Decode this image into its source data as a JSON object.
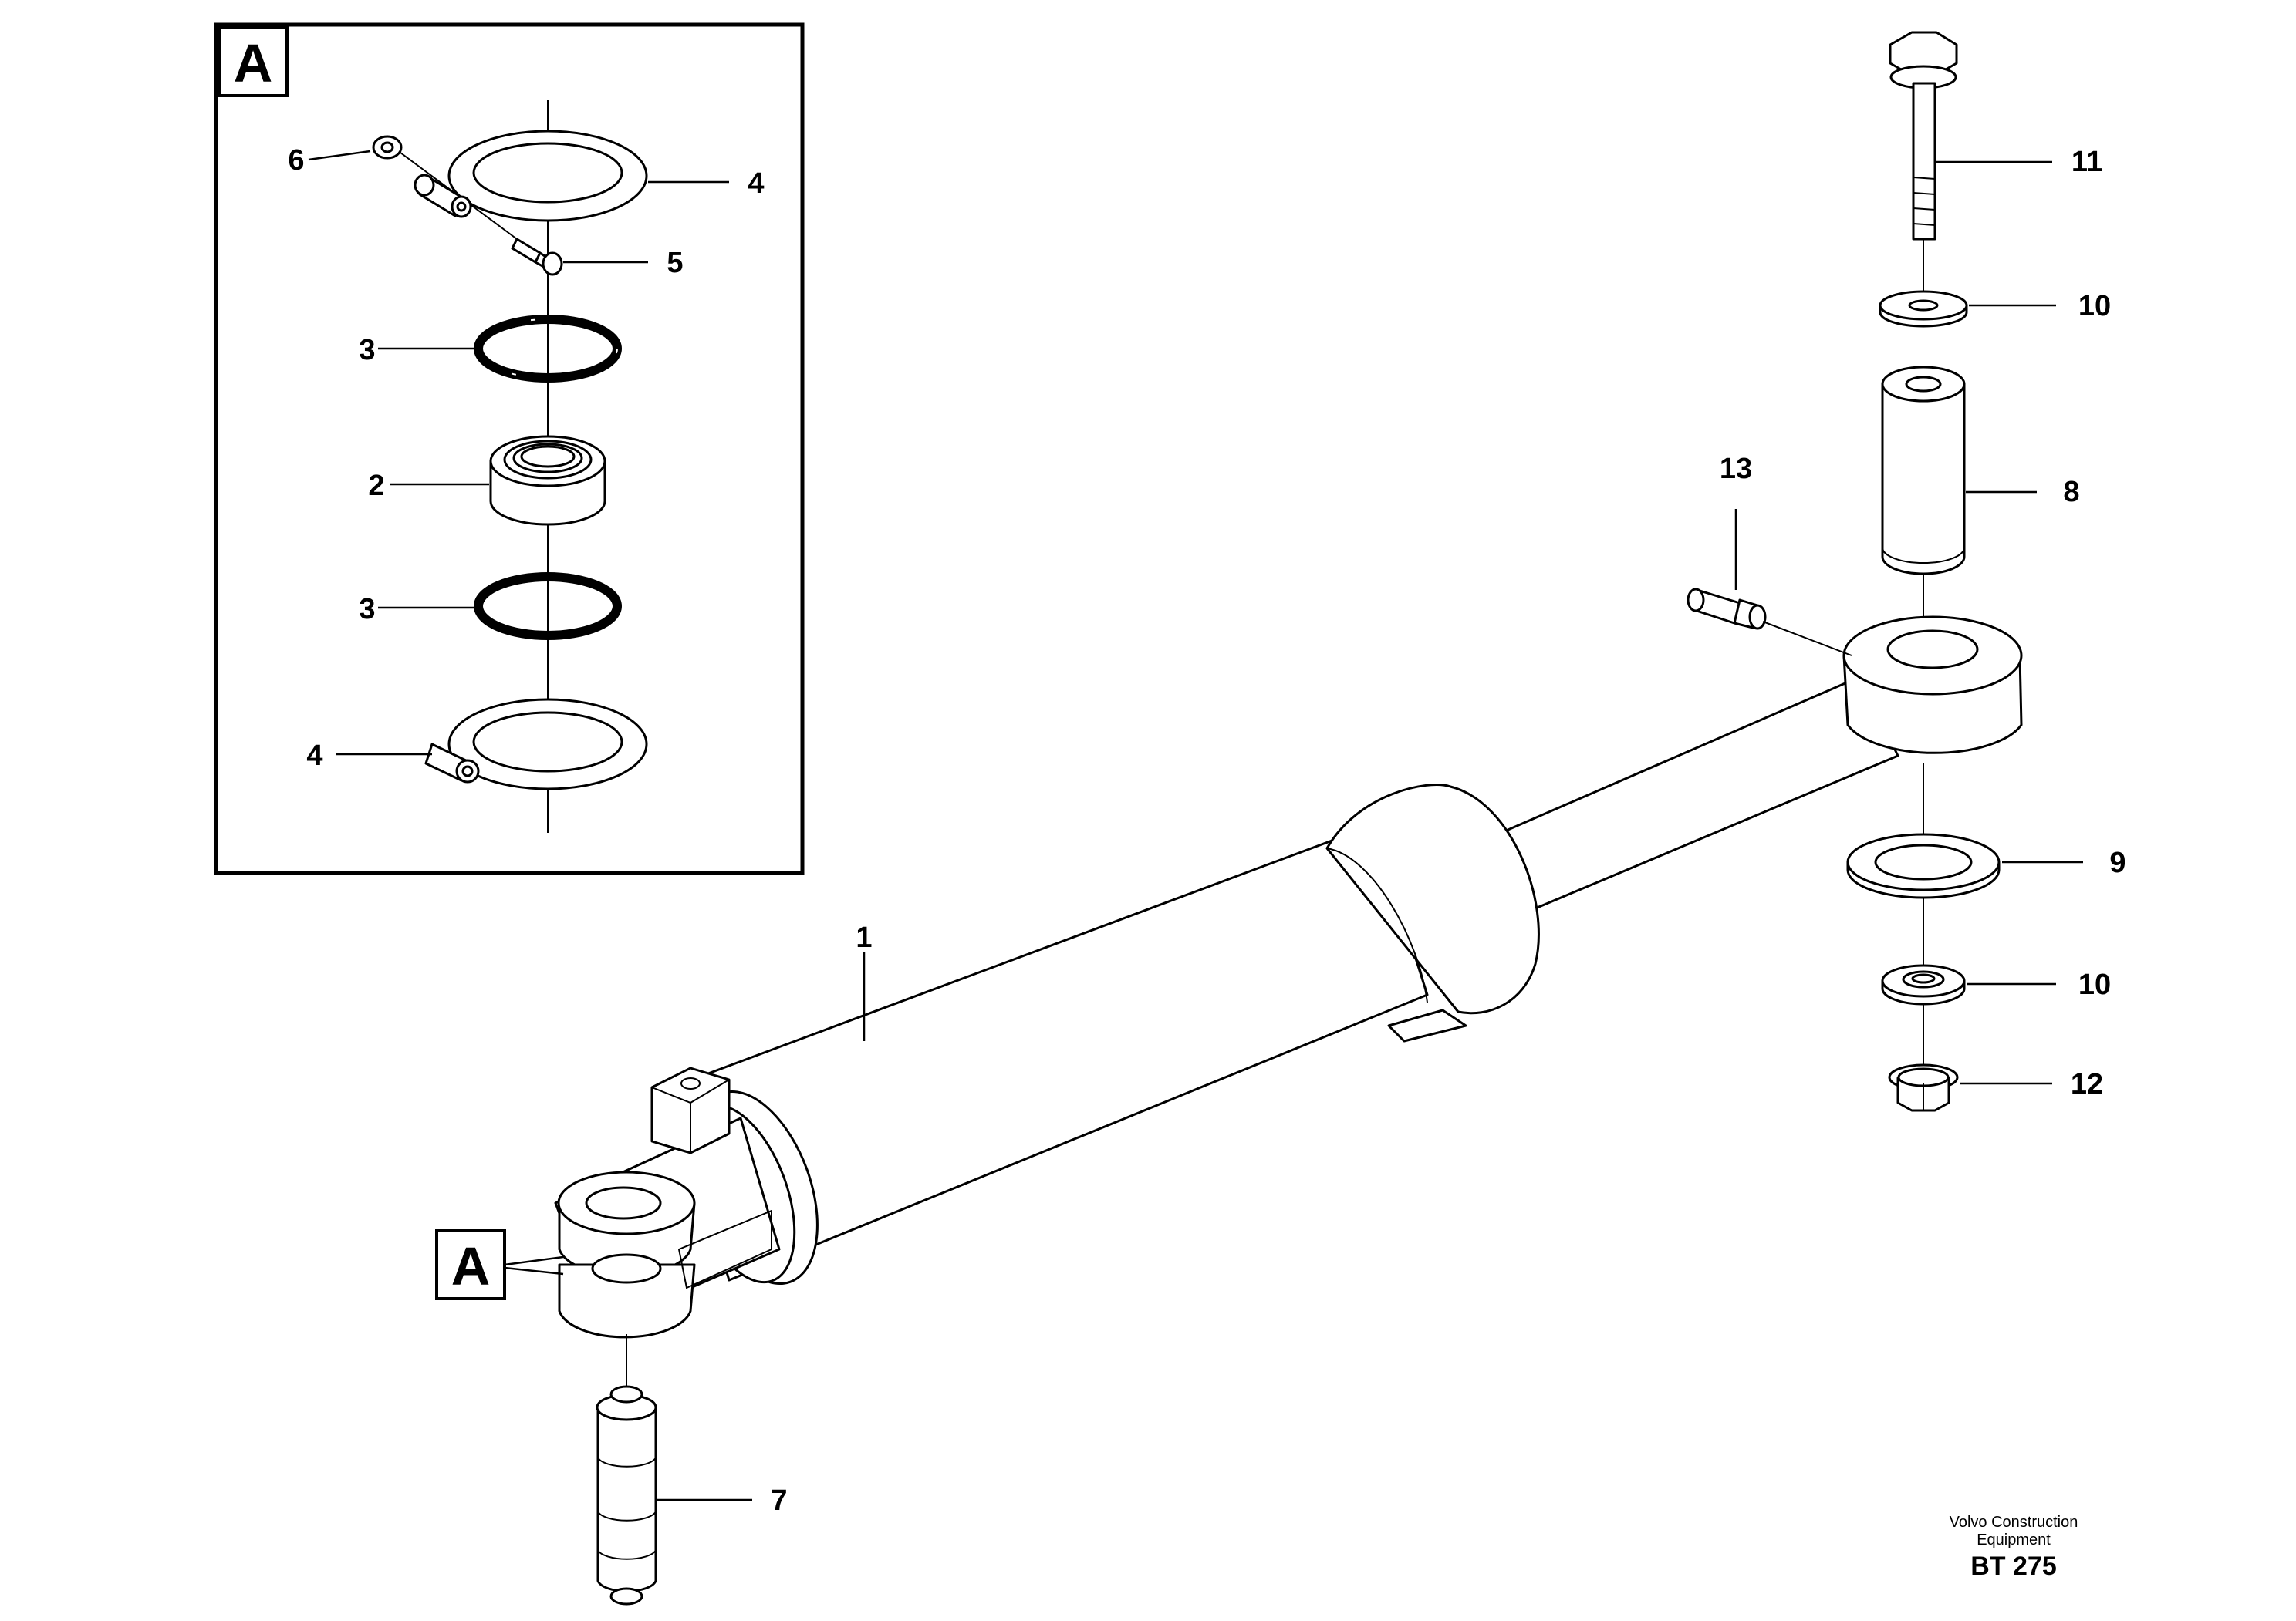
{
  "detail": {
    "letter": "A"
  },
  "callouts": {
    "c1": "1",
    "c2": "2",
    "c3a": "3",
    "c3b": "3",
    "c4a": "4",
    "c4b": "4",
    "c5": "5",
    "c6": "6",
    "c7": "7",
    "c8": "8",
    "c9": "9",
    "c10a": "10",
    "c10b": "10",
    "c11": "11",
    "c12": "12",
    "c13": "13"
  },
  "footer": {
    "brand_line1": "Volvo Construction",
    "brand_line2": "Equipment",
    "code": "BT 275"
  }
}
